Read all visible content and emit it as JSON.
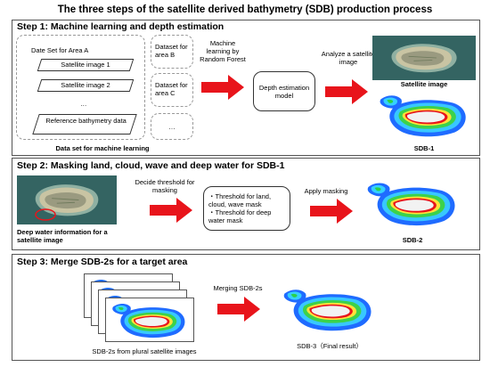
{
  "title": "The three steps of the satellite derived bathymetry (SDB) production process",
  "step1": {
    "heading": "Step 1: Machine learning and depth estimation",
    "area_a_title": "Date Set for Area A",
    "area_a_items": [
      "Satellite image 1",
      "Satellite image 2",
      "…",
      "Reference bathymetry data"
    ],
    "area_b": "Dataset for area B",
    "area_c": "Dataset for area C",
    "ellipsis": "…",
    "dataset_caption": "Data set for machine learning",
    "ml_label": "Machine learning by Random Forest",
    "model_label": "Depth estimation model",
    "analyze_label": "Analyze a satellite image",
    "satellite_caption": "Satellite image",
    "sdb1_caption": "SDB-1"
  },
  "step2": {
    "heading": "Step 2: Masking land, cloud, wave and deep water for SDB-1",
    "deep_water_caption": "Deep water information for a satellite image",
    "decide_label": "Decide threshold for masking",
    "threshold_lines": [
      "・Threshold for land, cloud, wave mask",
      "・Threshold for deep water mask"
    ],
    "apply_label": "Apply masking",
    "sdb2_caption": "SDB-2"
  },
  "step3": {
    "heading": "Step 3: Merge SDB-2s for a target area",
    "merging_label": "Merging SDB-2s",
    "plural_caption": "SDB-2s from plural satellite images",
    "sdb3_caption": "SDB-3（Final result）"
  },
  "colors": {
    "arrow": "#e8141b",
    "panel_border": "#555555",
    "dashed": "#999999",
    "sea": "#3d6f6b",
    "land": "#f2f2f2"
  }
}
